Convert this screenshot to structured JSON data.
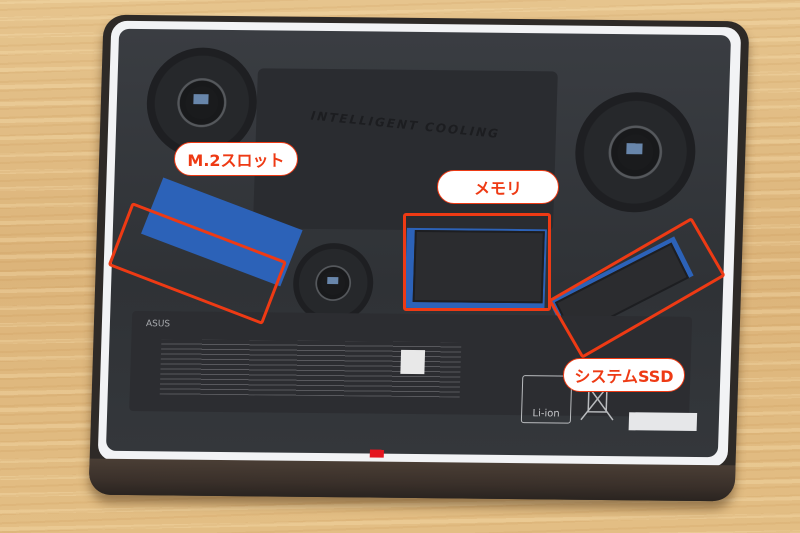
{
  "photo": {
    "subject": "laptop underside with bottom cover removed",
    "embossed_text": "INTELLIGENT COOLING",
    "battery_brand": "ASUS",
    "battery_symbol_text": "Li-ion"
  },
  "annotations": [
    {
      "label": "M.2スロット",
      "color": "#ee3a14"
    },
    {
      "label": "メモリ",
      "color": "#ee3a14"
    },
    {
      "label": "システムSSD",
      "color": "#ee3a14"
    }
  ],
  "colors": {
    "annotation_red": "#ee3a14",
    "wood_background": "#dcb47a",
    "chassis": "#34373b",
    "bumper": "#f2f3f5",
    "pcb_blue": "#2c62b8"
  }
}
